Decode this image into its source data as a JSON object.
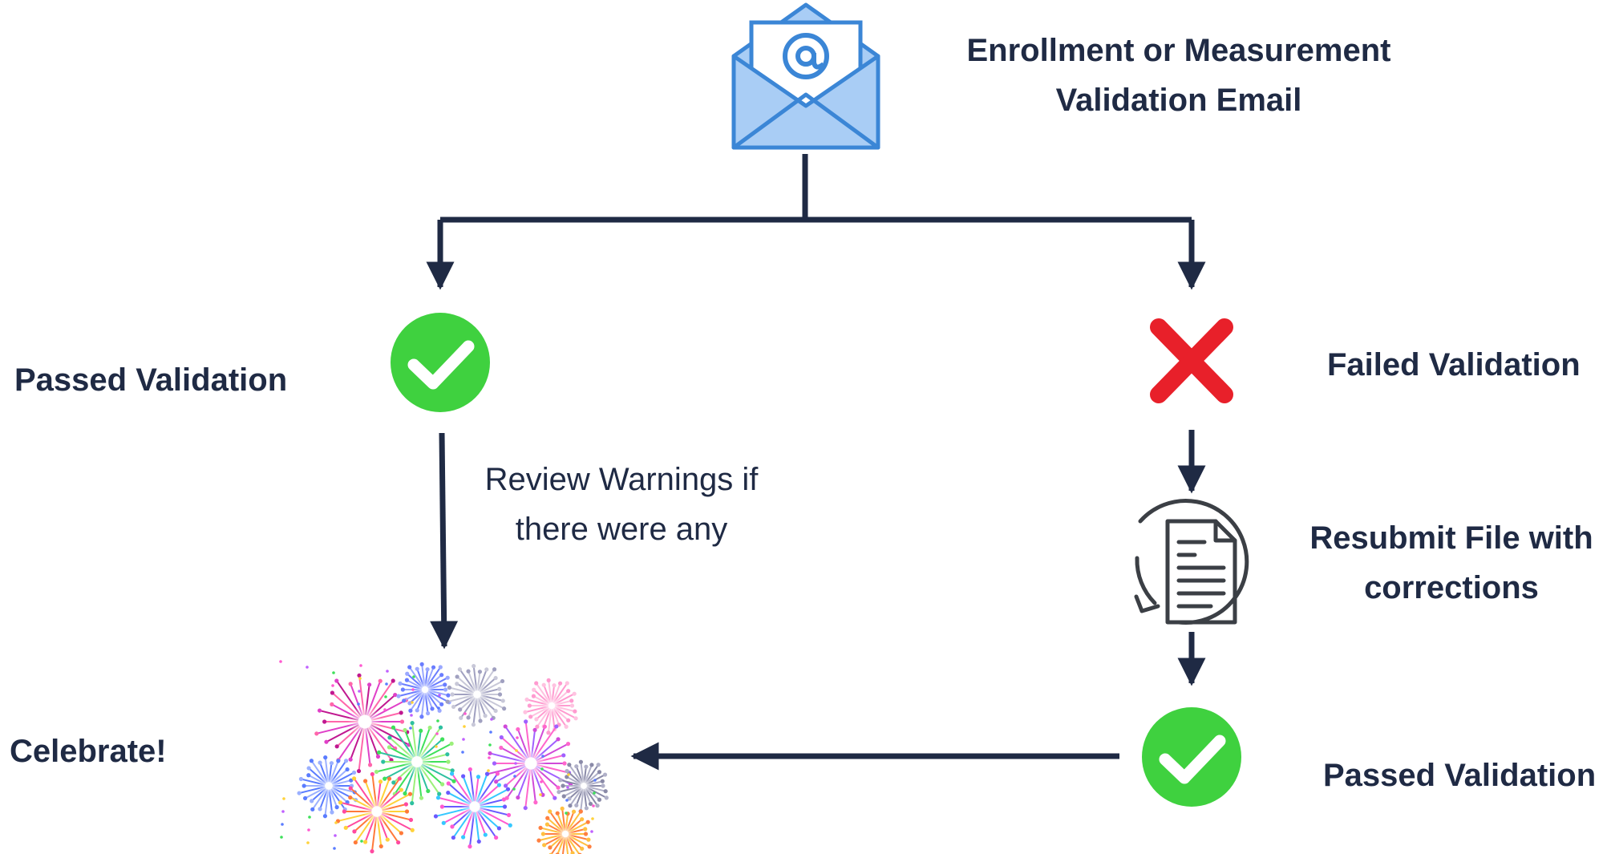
{
  "email": {
    "icon": "email-at-icon",
    "title_line1": "Enrollment or Measurement",
    "title_line2": "Validation Email"
  },
  "left_branch": {
    "status_icon": "green-check-icon",
    "status_label": "Passed Validation",
    "note_line1": "Review Warnings if",
    "note_line2": "there were any",
    "end_icon": "fireworks-icon",
    "end_label": "Celebrate!"
  },
  "right_branch": {
    "status_icon": "red-x-icon",
    "status_label": "Failed Validation",
    "resubmit_icon": "resubmit-document-icon",
    "resubmit_line1": "Resubmit File with",
    "resubmit_line2": "corrections",
    "final_icon": "green-check-icon",
    "final_label": "Passed Validation"
  },
  "colors": {
    "line": "#1f2a44",
    "text": "#1f2a44",
    "check_green": "#3fd13f",
    "fail_red": "#e8202a",
    "email_blue": "#3b86d6",
    "email_fill": "#a9cdf5"
  }
}
